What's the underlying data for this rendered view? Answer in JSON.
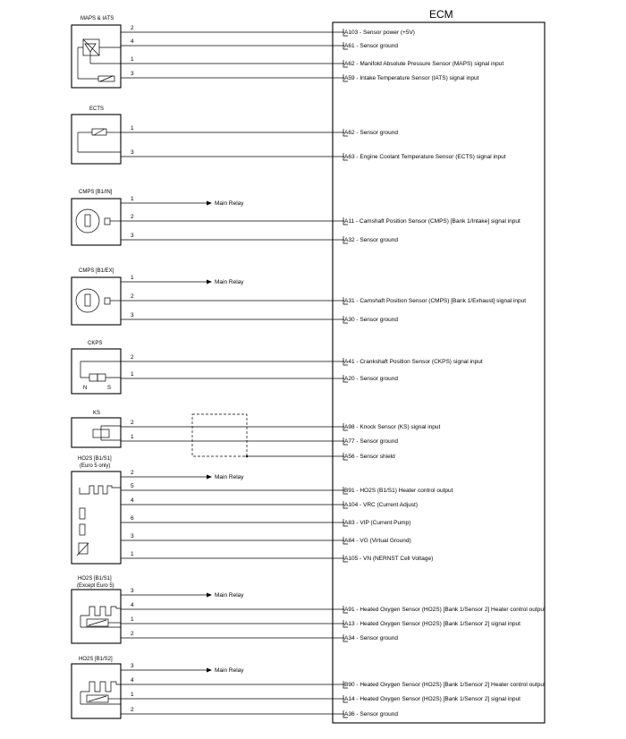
{
  "ecm": {
    "title": "ECM"
  },
  "components": {
    "maps": {
      "name": "MAPS & IATS"
    },
    "ects": {
      "name": "ECTS"
    },
    "cmps_in": {
      "name": "CMPS [B1/IN]"
    },
    "cmps_ex": {
      "name": "CMPS [B1/EX]"
    },
    "ckps": {
      "name": "CKPS",
      "pole_n": "N",
      "pole_s": "S"
    },
    "ks": {
      "name": "KS"
    },
    "ho2s_euro5": {
      "name": "HO2S [B1/S1]",
      "note": "(Euro 5 only)"
    },
    "ho2s_except": {
      "name": "HO2S [B1/S1]",
      "note": "(Except Euro 5)"
    },
    "ho2s_s2": {
      "name": "HO2S [B1/S2]"
    }
  },
  "main_relay_label": "Main Relay",
  "wires": [
    {
      "pin": "2",
      "terminal": "A",
      "num": "103",
      "desc": " - Sensor power (+5V)"
    },
    {
      "pin": "4",
      "terminal": "A",
      "num": "61",
      "desc": " - Sensor ground"
    },
    {
      "pin": "1",
      "terminal": "A",
      "num": "62",
      "desc": " - Manifold Absolute Pressure Sensor (MAPS) signal input"
    },
    {
      "pin": "3",
      "terminal": "A",
      "num": "59",
      "desc": " - Intake Temperature Sensor (IATS) signal input"
    },
    {
      "pin": "1",
      "terminal": "A",
      "num": "62",
      "desc": " - Sensor ground"
    },
    {
      "pin": "3",
      "terminal": "A",
      "num": "63",
      "desc": " - Engine Coolant Temperature Sensor (ECTS) signal input"
    },
    {
      "pin": "1",
      "relay": true
    },
    {
      "pin": "2",
      "terminal": "A",
      "num": "11",
      "desc": " - Camshaft Position Sensor (CMPS) [Bank 1/Intake] signal input"
    },
    {
      "pin": "3",
      "terminal": "A",
      "num": "32",
      "desc": " - Sensor ground"
    },
    {
      "pin": "1",
      "relay": true
    },
    {
      "pin": "2",
      "terminal": "A",
      "num": "31",
      "desc": " - Camshaft Position Sensor (CMPS) [Bank 1/Exhaust] signal input"
    },
    {
      "pin": "3",
      "terminal": "A",
      "num": "30",
      "desc": " - Sensor ground"
    },
    {
      "pin": "2",
      "terminal": "A",
      "num": "41",
      "desc": " - Crankshaft Position Sensor (CKPS) signal input"
    },
    {
      "pin": "1",
      "terminal": "A",
      "num": "20",
      "desc": " - Sensor ground"
    },
    {
      "pin": "2",
      "terminal": "A",
      "num": "98",
      "desc": " - Knock Sensor (KS) signal input"
    },
    {
      "pin": "1",
      "terminal": "A",
      "num": "77",
      "desc": " - Sensor ground"
    },
    {
      "pin": "",
      "terminal": "A",
      "num": "56",
      "desc": " - Sensor shield"
    },
    {
      "pin": "2",
      "relay": true
    },
    {
      "pin": "5",
      "terminal": "B",
      "num": "91",
      "desc": " - HO2S (B1/S1) Heater control output"
    },
    {
      "pin": "4",
      "terminal": "A",
      "num": "104",
      "desc": " - VRC (Current Adjust)"
    },
    {
      "pin": "6",
      "terminal": "A",
      "num": "83",
      "desc": " - VIP (Current Pump)"
    },
    {
      "pin": "3",
      "terminal": "A",
      "num": "84",
      "desc": " - VG (Virtual Ground)"
    },
    {
      "pin": "1",
      "terminal": "A",
      "num": "105",
      "desc": " - VN (NERNST Cell Voltage)"
    },
    {
      "pin": "3",
      "relay": true
    },
    {
      "pin": "4",
      "terminal": "A",
      "num": "91",
      "desc": " - Heated Oxygen Sensor (HO2S) [Bank 1/Sensor 2] Heater control output"
    },
    {
      "pin": "1",
      "terminal": "A",
      "num": "13",
      "desc": " - Heated Oxygen Sensor (HO2S) [Bank 1/Sensor 2] signal input"
    },
    {
      "pin": "2",
      "terminal": "A",
      "num": "34",
      "desc": " - Sensor ground"
    },
    {
      "pin": "3",
      "relay": true
    },
    {
      "pin": "4",
      "terminal": "B",
      "num": "90",
      "desc": " - Heated Oxygen Sensor (HO2S) [Bank 1/Sensor 2] Heater control output"
    },
    {
      "pin": "1",
      "terminal": "A",
      "num": "14",
      "desc": " - Heated Oxygen Sensor (HO2S) [Bank 1/Sensor 2] signal input"
    },
    {
      "pin": "2",
      "terminal": "A",
      "num": "36",
      "desc": " - Sensor ground"
    }
  ]
}
